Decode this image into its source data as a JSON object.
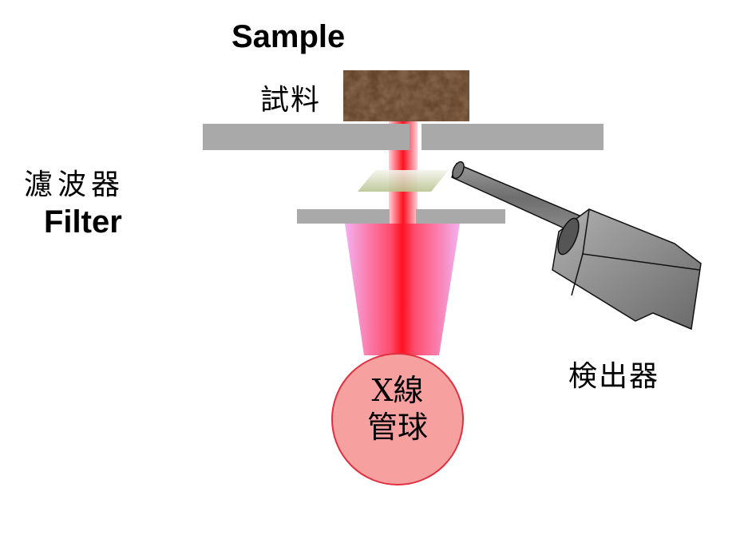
{
  "labels": {
    "sample_en": "Sample",
    "sample_jp": "試料",
    "filter_jp": "濾波器",
    "filter_en": "Filter",
    "detector_jp": "検出器",
    "tube_line1": "X線",
    "tube_line2": "管球"
  },
  "colors": {
    "beam": "#ff1a2a",
    "cone": "#f7a6dc",
    "plate": "#a9a9a9",
    "sample": "#5a3a22",
    "tube_fill": "#f7a0a0",
    "tube_stroke": "#e03040"
  }
}
